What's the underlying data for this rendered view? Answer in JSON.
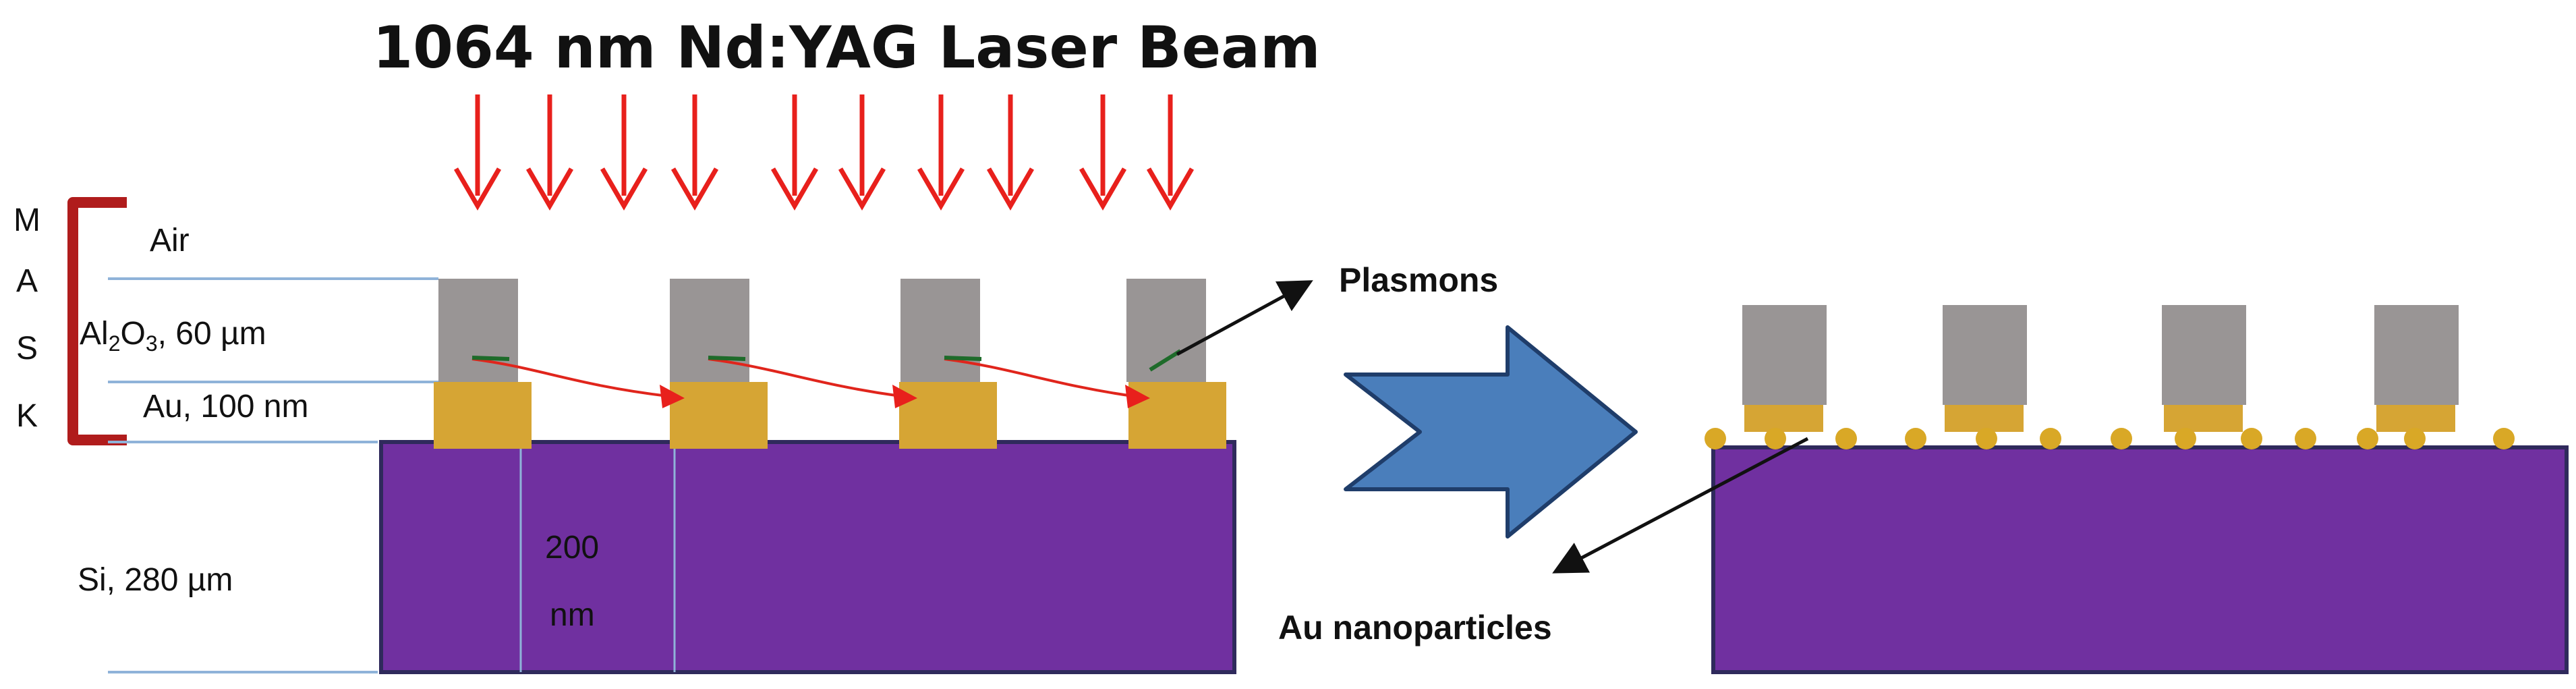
{
  "title": "1064 nm Nd:YAG Laser Beam",
  "mask_letters": [
    "M",
    "A",
    "S",
    "K"
  ],
  "layers": {
    "air": "Air",
    "alumina_prefix": "Al",
    "alumina_sub1": "2",
    "alumina_mid": "O",
    "alumina_sub2": "3",
    "alumina_suffix": ", 60 µm",
    "gold": "Au, 100 nm",
    "silicon": "Si, 280 µm"
  },
  "gap_label": [
    "200",
    "nm"
  ],
  "plasmons_label": "Plasmons",
  "nanoparticles_label": "Au nanoparticles",
  "colors": {
    "laser_arrow": "#e8201c",
    "silicon": "#7030a0",
    "silicon_border": "#2f2a5c",
    "gold": "#d6a534",
    "nanoparticle": "#d9a826",
    "alumina": "#999595",
    "bracket": "#b01c1c",
    "guide_line": "#8fb3d9",
    "process_arrow": "#4a7ebb",
    "process_arrow_border": "#1f3d6a",
    "plasmon_path": "#1e6b2a"
  }
}
